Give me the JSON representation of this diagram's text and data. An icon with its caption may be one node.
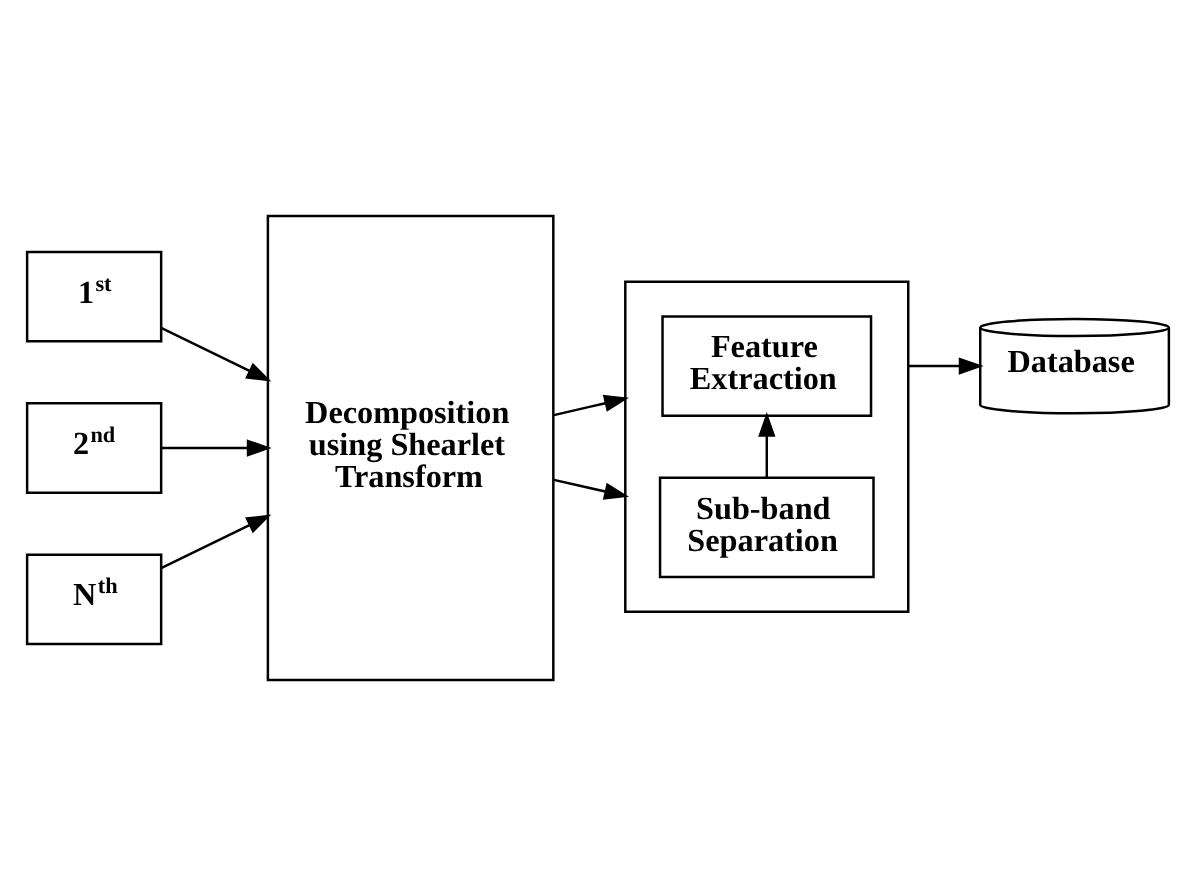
{
  "diagram": {
    "nodes": [
      {
        "text": [
          "1$^{st}$"
        ]
      },
      {
        "text": [
          "2$^{nd}$"
        ]
      },
      {
        "text": [
          "N$^{th}$"
        ]
      },
      {
        "text": [
          "Decomposition using Shearlet Transform"
        ]
      },
      {
        "text": [],
        "shape": "box"
      },
      {
        "text": [
          "Sub-band Separation"
        ],
        "in": 4
      },
      {
        "text": [
          "Feature Extraction"
        ],
        "in": 4
      },
      {
        "text": [
          "Database"
        ]
      }
    ],
    "edges": [
      {
        "from": 0,
        "to": 3,
        "arrow": "to"
      },
      {
        "from": 1,
        "to": 3,
        "arrow": "to"
      },
      {
        "from": 2,
        "to": 3,
        "arrow": "to"
      },
      {
        "from": 3,
        "to": 4,
        "arrow": "to"
      },
      {
        "from": 3,
        "to": 4,
        "arrow": "to"
      },
      {
        "from": 5,
        "to": 6,
        "arrow": "to"
      },
      {
        "from": 4,
        "to": 7,
        "arrow": "to"
      }
    ]
  }
}
